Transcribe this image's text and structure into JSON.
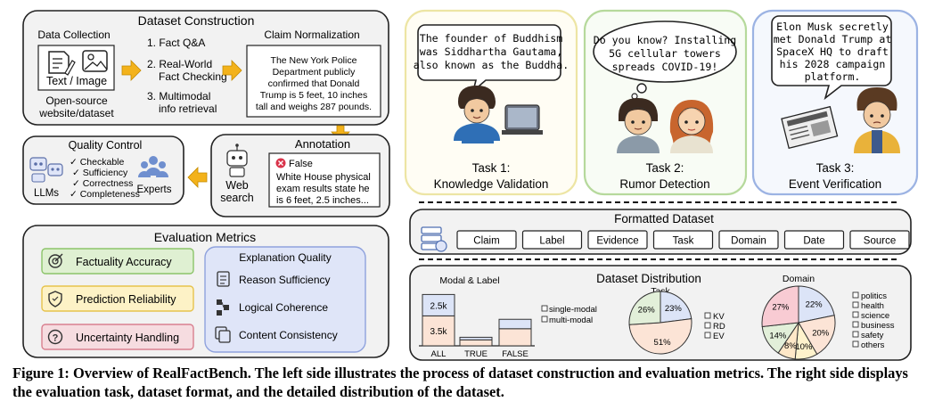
{
  "construction": {
    "title": "Dataset Construction",
    "collection_title": "Data Collection",
    "collection_label": "Text / Image",
    "collection_source": [
      "Open-source",
      "website/dataset"
    ],
    "steps": [
      "1. Fact Q&A",
      "2. Real-World",
      "Fact Checking",
      "3. Multimodal",
      "info retrieval"
    ],
    "claim_title": "Claim Normalization",
    "claim_text": [
      "The New York Police",
      "Department publicly",
      "confirmed that Donald",
      "Trump is 5 feet, 10 inches",
      "tall and weighs 287 pounds."
    ]
  },
  "annotation": {
    "title": "Annotation",
    "agent_label": [
      "Web",
      "search"
    ],
    "verdict": "False",
    "evidence": [
      "White House physical",
      "exam results state he",
      "is 6 feet, 2.5 inches..."
    ]
  },
  "quality": {
    "title": "Quality Control",
    "llm_label": "LLMs",
    "expert_label": "Experts",
    "checks": [
      "Checkable",
      "Sufficiency",
      "Correctness",
      "Completeness"
    ]
  },
  "metrics": {
    "title": "Evaluation Metrics",
    "items": [
      "Factuality Accuracy",
      "Prediction Reliability",
      "Uncertainty Handling"
    ],
    "explanation_title": "Explanation Quality",
    "explanation_items": [
      "Reason Sufficiency",
      "Logical Coherence",
      "Content Consistency"
    ]
  },
  "colors": {
    "green": "#dff0d2",
    "green_border": "#8cc46a",
    "yellow": "#fdf2c6",
    "yellow_border": "#e6c34c",
    "red": "#f6dce0",
    "red_border": "#d9808f",
    "blue": "#dfe5f8",
    "blue_border": "#8fa2dd",
    "task1": "#ede5a4",
    "task2": "#b6d99c",
    "task3": "#9cb3e3",
    "arrow": "#f3b21b"
  },
  "tasks": [
    {
      "bubble": [
        "The founder of Buddhism",
        "was Siddhartha Gautama,",
        "also known as the Buddha."
      ],
      "title": [
        "Task 1:",
        "Knowledge Validation"
      ]
    },
    {
      "bubble": [
        "Do you know? Installing",
        "5G cellular towers",
        "spreads COVID-19!"
      ],
      "title": [
        "Task 2:",
        "Rumor Detection"
      ]
    },
    {
      "bubble": [
        "Elon Musk secretly",
        "met Donald Trump at",
        "SpaceX HQ to draft",
        "his 2028 campaign",
        "platform."
      ],
      "title": [
        "Task 3:",
        "Event Verification"
      ]
    }
  ],
  "formatted": {
    "title": "Formatted Dataset",
    "fields": [
      "Claim",
      "Label",
      "Evidence",
      "Task",
      "Domain",
      "Date",
      "Source"
    ]
  },
  "distribution_title": "Dataset Distribution",
  "chart_data": [
    {
      "type": "bar",
      "title": "Modal & Label",
      "categories": [
        "ALL",
        "TRUE",
        "FALSE"
      ],
      "stacked": true,
      "series": [
        {
          "name": "single-modal",
          "values": [
            3.5,
            0.7,
            2.0
          ],
          "color": "#fce4d6"
        },
        {
          "name": "multi-modal",
          "values": [
            2.5,
            0.3,
            1.1
          ],
          "color": "#dce4f7"
        }
      ],
      "data_labels": [
        "2.5k",
        "3.5k"
      ],
      "ylim": [
        0,
        6.5
      ]
    },
    {
      "type": "pie",
      "title": "Task",
      "labels": [
        "KV",
        "RD",
        "EV"
      ],
      "values": [
        23,
        51,
        26
      ],
      "value_labels": [
        "23%",
        "51%",
        "26%"
      ],
      "colors": [
        "#dce4f7",
        "#fce4d6",
        "#e2efd9"
      ]
    },
    {
      "type": "pie",
      "title": "Domain",
      "labels": [
        "politics",
        "health",
        "science",
        "business",
        "safety",
        "others"
      ],
      "values": [
        22,
        20,
        10,
        8,
        14,
        27
      ],
      "value_labels": [
        "22%",
        "20%",
        "10%",
        "8%",
        "14%",
        "27%"
      ],
      "colors": [
        "#dce4f7",
        "#fce4d6",
        "#fff2cc",
        "#ffe8c8",
        "#e2efd9",
        "#f8cbd3"
      ]
    }
  ],
  "caption": {
    "lead": "Figure 1: Overview of RealFactBench.",
    "text": " The left side illustrates the process of dataset construction and evaluation metrics. The right side displays the evaluation task, dataset format, and the detailed distribution of the dataset."
  }
}
